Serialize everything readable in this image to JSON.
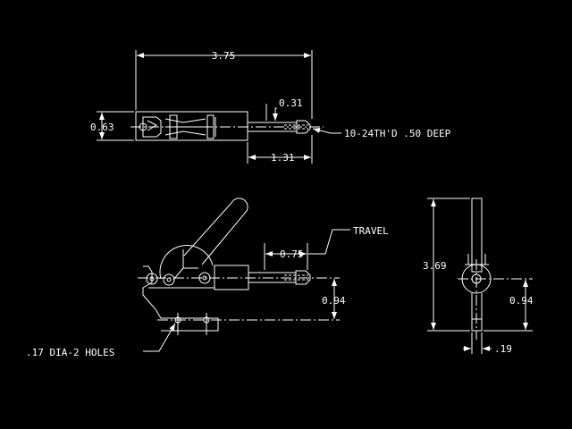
{
  "drawing": {
    "top_view": {
      "dim_overall_length": "3.75",
      "dim_height": "0.63",
      "dim_tip": "0.31",
      "dim_plunger_ext": "1.31",
      "thread_note": "10-24TH'D .50 DEEP"
    },
    "side_view": {
      "dim_travel": "0.75",
      "travel_label": "TRAVEL",
      "dim_height": "0.94",
      "holes_note": ".17 DIA-2 HOLES"
    },
    "end_view": {
      "dim_overall_height": "3.69",
      "dim_height": "0.94",
      "dim_width": ".19"
    }
  }
}
